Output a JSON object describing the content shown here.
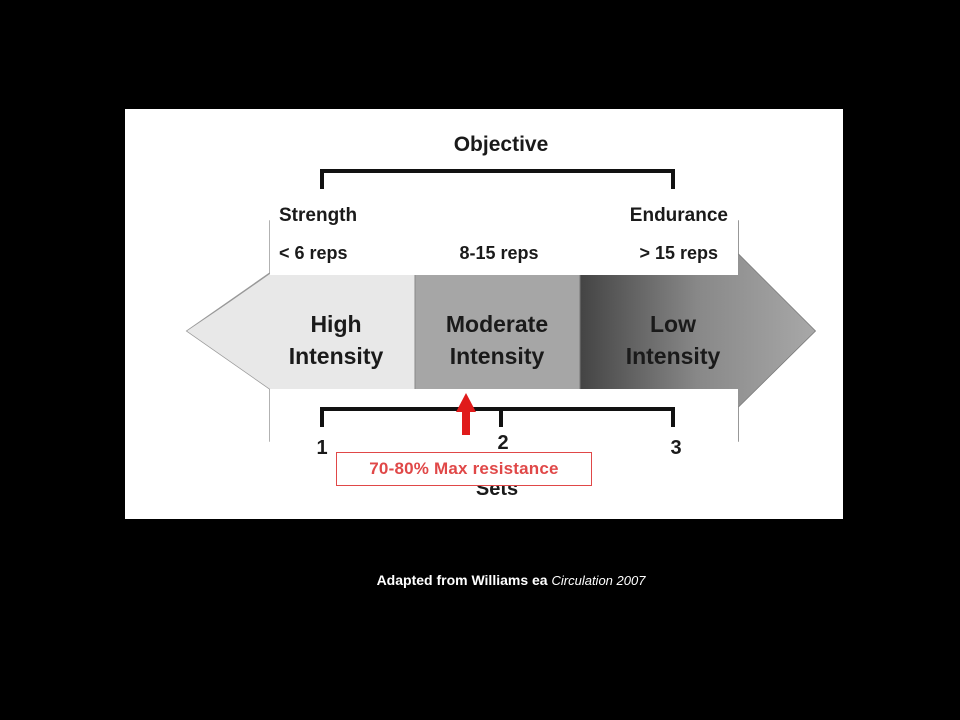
{
  "diagram": {
    "objective": "Objective",
    "strength": "Strength",
    "endurance": "Endurance",
    "reps_low": "< 6 reps",
    "reps_mid": "8-15 reps",
    "reps_high": "> 15 reps",
    "high_1": "High",
    "high_2": "Intensity",
    "moderate_1": "Moderate",
    "moderate_2": "Intensity",
    "low_1": "Low",
    "low_2": "Intensity",
    "set_1": "1",
    "set_2": "2",
    "set_3": "3",
    "sets": "Sets"
  },
  "callout": {
    "text": "70-80% Max resistance"
  },
  "caption": {
    "main": "Adapted from Williams ea ",
    "journal": "Circulation 2007"
  },
  "colors": {
    "background": "#000000",
    "panel": "#ffffff",
    "high_band": "#e8e8e8",
    "moderate_band": "#a6a6a6",
    "low_band_dark": "#444444",
    "low_band_light": "#a0a0a0",
    "callout": "#e04848"
  }
}
